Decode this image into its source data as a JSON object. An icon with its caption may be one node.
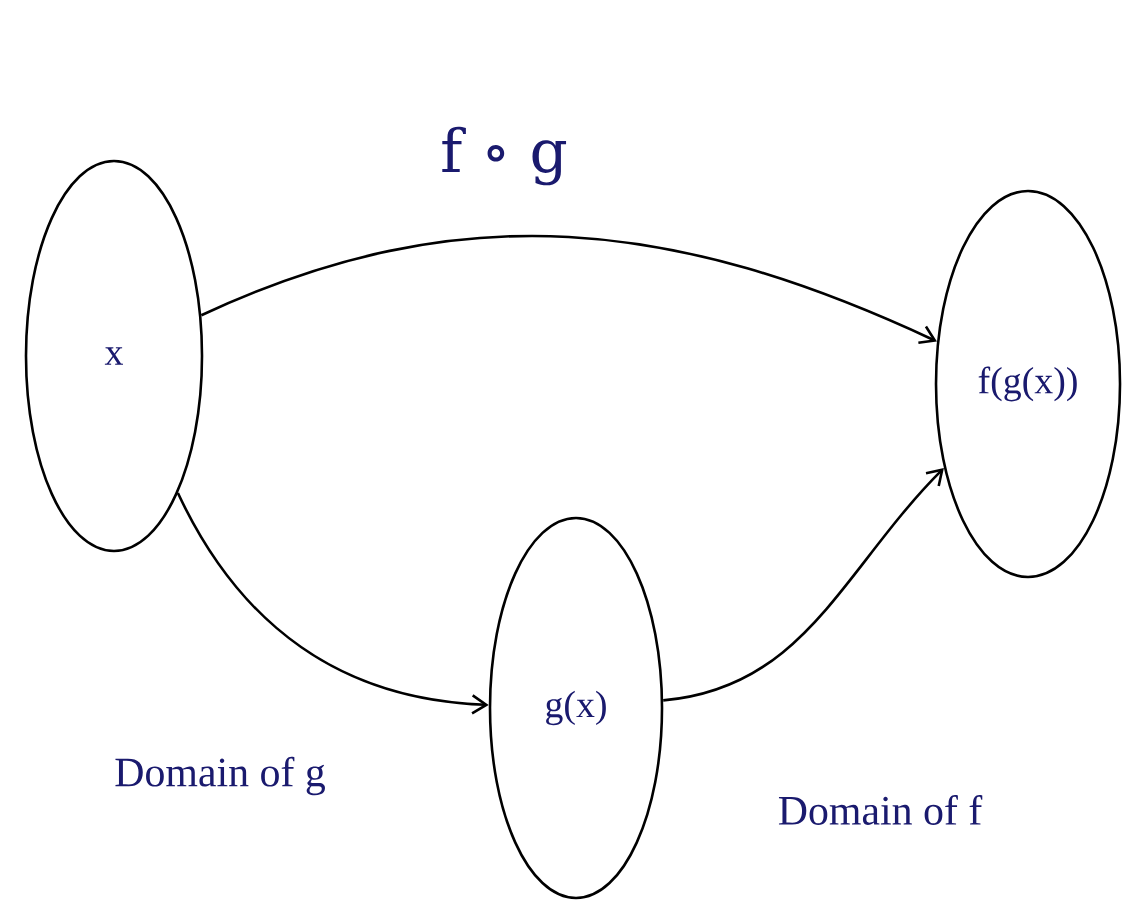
{
  "diagram": {
    "nodes": [
      {
        "text": [
          "x"
        ]
      },
      {
        "text": [
          "f(g(x))"
        ]
      },
      {
        "text": [
          "g(x)"
        ]
      }
    ],
    "edges": [
      {
        "from": 0,
        "to": 1,
        "arrow": "to",
        "label": "f ∘ g"
      },
      {
        "from": 0,
        "to": 2,
        "arrow": "to"
      },
      {
        "from": 2,
        "to": 1,
        "arrow": "to"
      }
    ],
    "labels": [
      "Domain of g",
      "Domain of f"
    ]
  }
}
